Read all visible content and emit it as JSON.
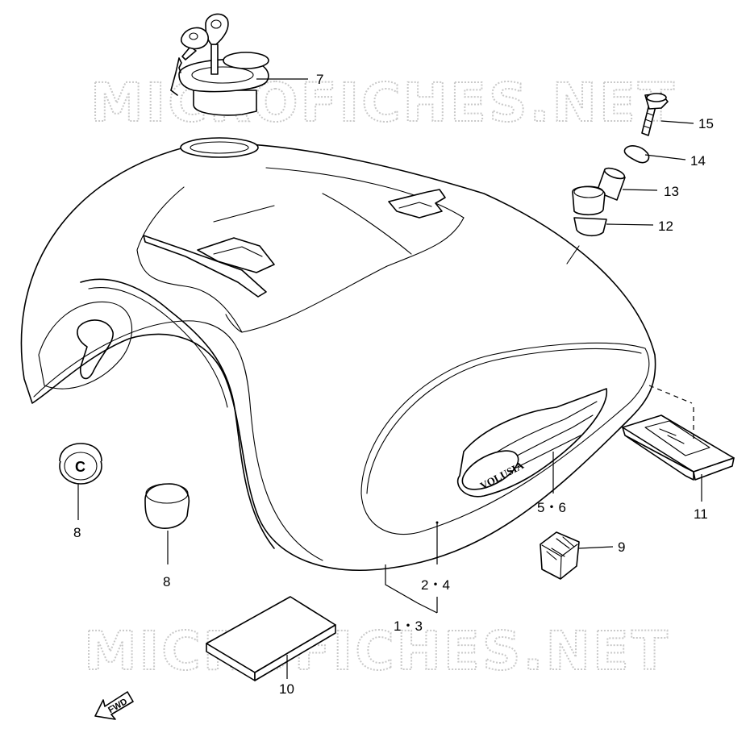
{
  "watermarks": [
    "MICROFICHES.NET",
    "MICROFICHES.NET"
  ],
  "direction_label": "FWD",
  "emblem_text": "VOLUSIA",
  "callouts": {
    "c7": "7",
    "c15": "15",
    "c14": "14",
    "c13": "13",
    "c12": "12",
    "c56": "5・6",
    "c11": "11",
    "c9": "9",
    "c24": "2・4",
    "c13b": "1・3",
    "c8a": "8",
    "c8b": "8",
    "c10": "10"
  }
}
